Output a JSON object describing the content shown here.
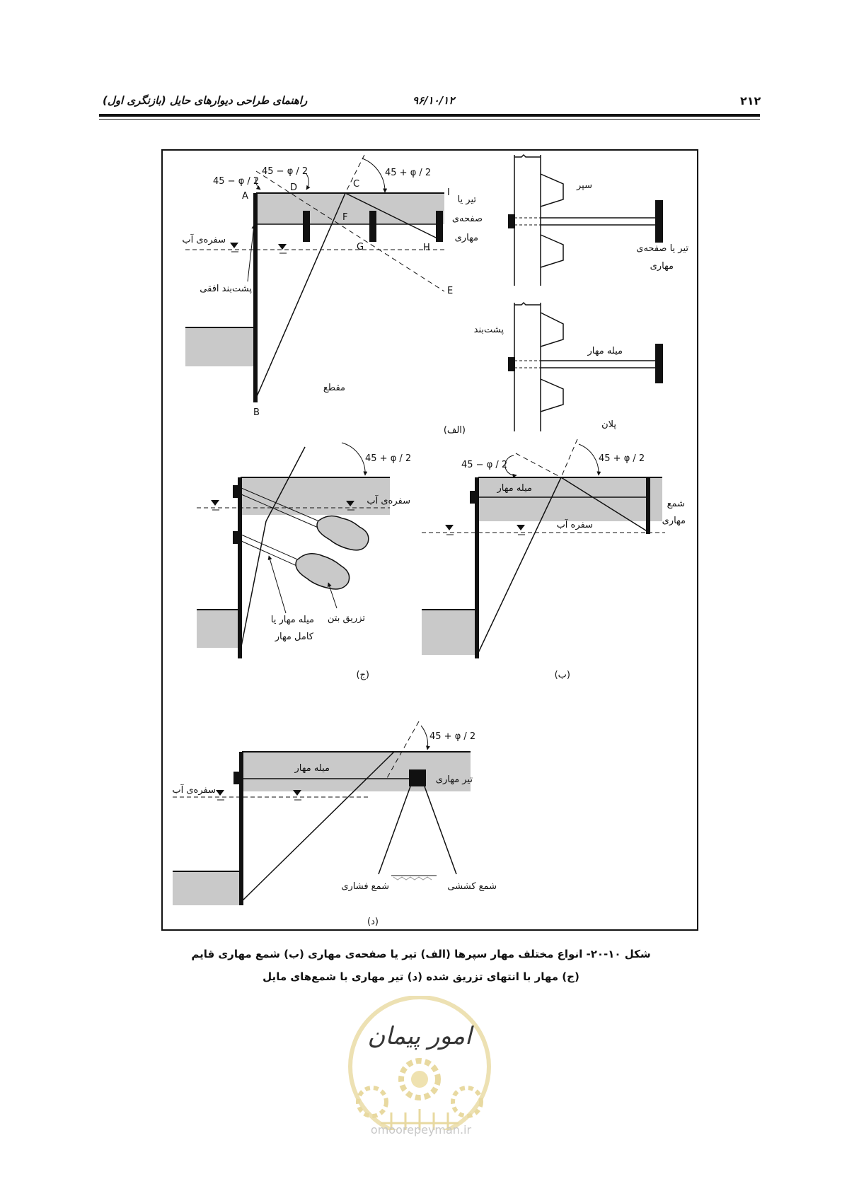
{
  "header": {
    "page_number": "۲۱۲",
    "date": "۹۶/۱۰/۱۲",
    "book_title": "راهنمای طراحی دیوارهای حایل (بازنگری اول)"
  },
  "figure": {
    "a": {
      "tag": "(الف)",
      "angle_left": "45 − φ / 2",
      "angle_mid": "45 − φ / 2",
      "angle_right": "45 + φ / 2",
      "pt_A": "A",
      "pt_B": "B",
      "pt_C": "C",
      "pt_D": "D",
      "pt_E": "E",
      "pt_F": "F",
      "pt_G": "G",
      "pt_H": "H",
      "pt_I": "I",
      "beam_l1": "تیر یا",
      "beam_l2": "صفحه‌ی",
      "beam_l3": "مهاری",
      "water": "سفره‌ی آب",
      "wale": "پشت‌بند افقی",
      "section": "مقطع",
      "sheet": "سپر",
      "plan_beam_l1": "تیر یا صفحه‌ی",
      "plan_beam_l2": "مهاری",
      "plan_wale": "پشت‌بند",
      "plan_rod": "میله مهار",
      "plan": "پلان"
    },
    "b": {
      "tag": "(ب)",
      "angle_left": "45 − φ / 2",
      "angle_right": "45 + φ / 2",
      "rod": "میله مهار",
      "pile_l1": "شمع",
      "pile_l2": "مهاری",
      "water": "سفره آب"
    },
    "c": {
      "tag": "(ج)",
      "angle": "45 + φ / 2",
      "water": "سفره‌ی آب",
      "grout": "تزریق بتن",
      "rod_l1": "میله مهار یا",
      "rod_l2": "کامل مهار"
    },
    "d": {
      "tag": "(د)",
      "angle": "45 + φ / 2",
      "rod": "میله مهار",
      "beam": "تیر مهاری",
      "water": "سفره‌ی آب",
      "comp_pile": "شمع فشاری",
      "tens_pile": "شمع کششی"
    }
  },
  "caption": {
    "line1": "شکل ۱۰-۲۰- انواع مختلف مهار سپرها (الف) تیر یا صفحه‌ی مهاری (ب) شمع مهاری قایم",
    "line2": "(ج) مهار با انتهای تزریق شده (د) تیر مهاری با شمع‌های مایل"
  },
  "watermark": {
    "script": "امور پیمان",
    "site": "omoorepeyman.ir"
  },
  "colors": {
    "soil": "#c9c9c9",
    "ink": "#111111",
    "seal": "#e8d9a0"
  }
}
